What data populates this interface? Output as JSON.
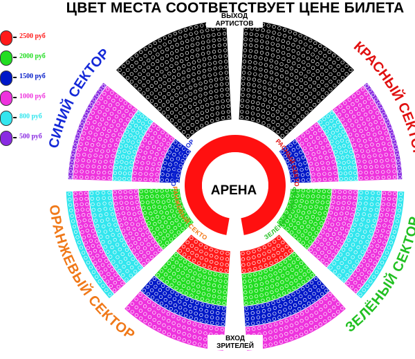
{
  "title": "ЦВЕТ МЕСТА СООТВЕТСТВУЕТ ЦЕНЕ БИЛЕТА",
  "legend": [
    {
      "label": "2500 руб",
      "color": "#ff1a1a"
    },
    {
      "label": "2000 руб",
      "color": "#22dd22"
    },
    {
      "label": "1500 руб",
      "color": "#0018c8"
    },
    {
      "label": "1000 руб",
      "color": "#ee33dd"
    },
    {
      "label": "800 руб",
      "color": "#33e6ee"
    },
    {
      "label": "500 руб",
      "color": "#8a2be2"
    }
  ],
  "arena_label": "АРЕНА",
  "artist_exit": "ВЫХОД АРТИСТОВ",
  "audience_entry": "ВХОД ЗРИТЕЛЕЙ",
  "sectors": {
    "blue_outer": "СИНИЙ СЕКТОР",
    "blue_inner": "СИНИЙ СЕКТОР",
    "red_outer": "КРАСНЫЙ СЕКТОР",
    "red_inner": "КРАСНЫЙ СЕКТОР",
    "orange_outer": "ОРАНЖЕВЫЙ СЕКТОР",
    "orange_inner": "ОРАНЖЕВЫЙ СЕКТОР",
    "green_outer": "ЗЕЛЁНЫЙ СЕКТОР",
    "green_inner": "ЗЕЛЁНЫЙ СЕКТОР"
  },
  "colors": {
    "blue_sector": "#1428d8",
    "red_sector": "#e01010",
    "orange_sector": "#f07818",
    "green_sector": "#22c022",
    "arena": "#ff1010",
    "seat_black": "#000000"
  }
}
